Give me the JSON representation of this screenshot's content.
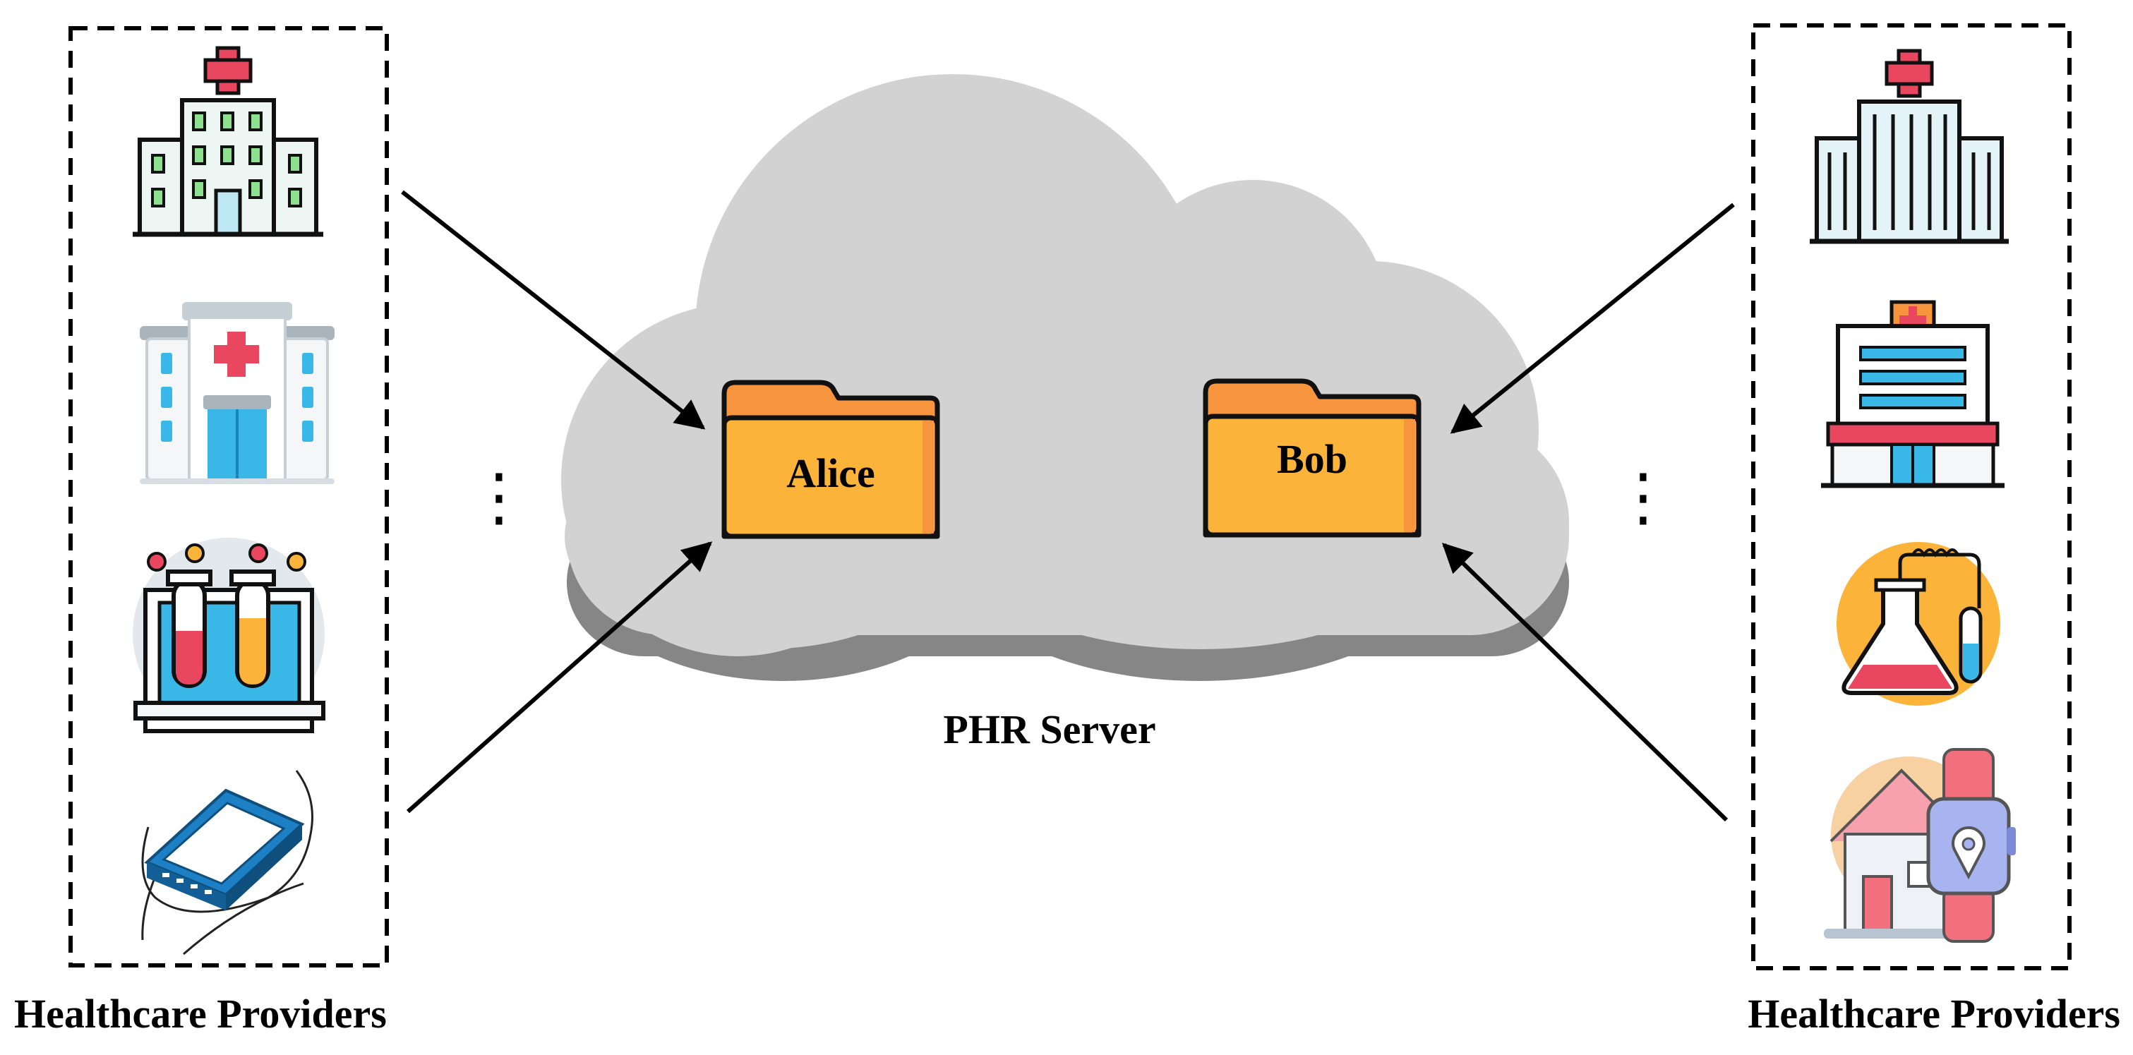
{
  "server": {
    "label": "PHR Server",
    "folders": [
      {
        "label": "Alice"
      },
      {
        "label": "Bob"
      }
    ]
  },
  "providers": {
    "left": {
      "caption": "Healthcare Providers",
      "icons": [
        "hospital-building-icon",
        "clinic-building-icon",
        "lab-test-tubes-icon",
        "hand-held-device-icon"
      ],
      "ellipsis": "⋮"
    },
    "right": {
      "caption": "Healthcare Providers",
      "icons": [
        "office-tower-hospital-icon",
        "pharmacy-clinic-icon",
        "lab-flask-icon",
        "home-smartwatch-icon"
      ],
      "ellipsis": "⋮"
    }
  },
  "colors": {
    "cloud": "#d3d3d3",
    "cloud_shadow": "#888888",
    "folder_back": "#f7943e",
    "folder_front": "#fbb33a",
    "cross_red": "#e8475f",
    "accent_blue": "#39b7e6"
  }
}
